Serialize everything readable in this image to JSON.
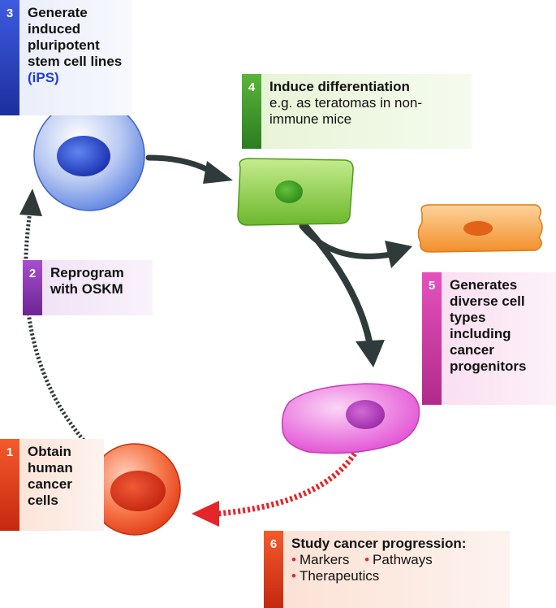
{
  "steps": {
    "s1": {
      "number": "1",
      "title": "Obtain human cancer cells"
    },
    "s2": {
      "number": "2",
      "title": "Reprogram with OSKM"
    },
    "s3": {
      "number": "3",
      "title": "Generate induced pluripotent stem cell lines",
      "highlight": "(iPS)"
    },
    "s4": {
      "number": "4",
      "title": "Induce differentiation",
      "body": "e.g. as teratomas in non-immune mice"
    },
    "s5": {
      "number": "5",
      "title": "Generates diverse cell types including cancer progenitors"
    },
    "s6": {
      "number": "6",
      "title": "Study cancer progression:",
      "bullets": [
        "Markers",
        "Pathways",
        "Therapeutics"
      ]
    }
  },
  "colors": {
    "ips_cell": "#5b82e0",
    "green_cell": "#7fcb3a",
    "orange_cell": "#f7a13a",
    "pink_cell": "#ee6fe0",
    "cancer_cell": "#f04a24",
    "arrow": "#2f3b3a",
    "dashed_arrow_red": "#e3262a"
  }
}
